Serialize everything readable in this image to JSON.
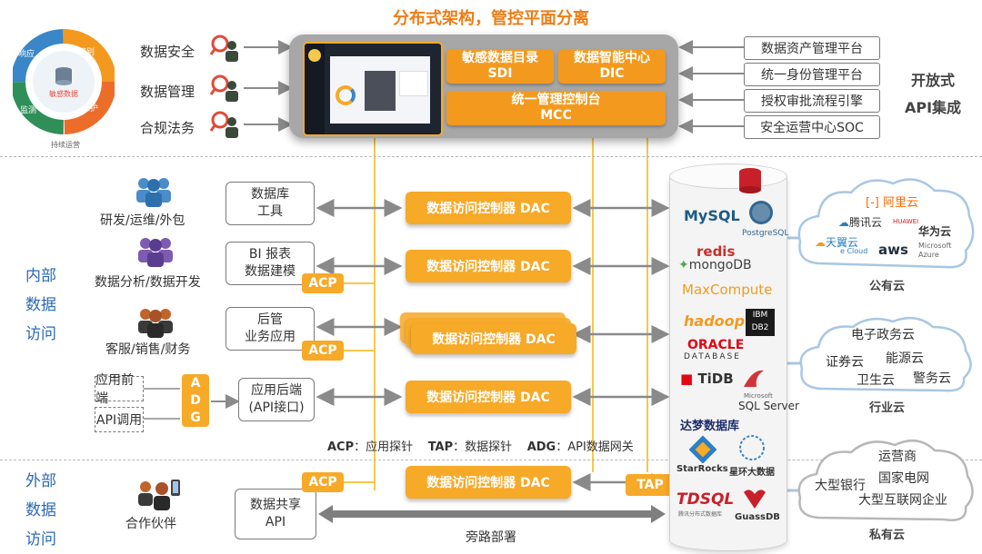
{
  "title": "分布式架构，管控平面分离",
  "cycle": {
    "center": "敏感数据",
    "segments": [
      "识别",
      "保护",
      "监测",
      "响应"
    ],
    "bottom": "持续运营"
  },
  "governance": [
    "数据安全",
    "数据管理",
    "合规法务"
  ],
  "platform": {
    "sdi": {
      "line1": "敏感数据目录",
      "line2": "SDI"
    },
    "dic": {
      "line1": "数据智能中心",
      "line2": "DIC"
    },
    "mcc": {
      "line1": "统一管理控制台",
      "line2": "MCC"
    }
  },
  "integrations": [
    "数据资产管理平台",
    "统一身份管理平台",
    "授权审批流程引擎",
    "安全运营中心SOC"
  ],
  "open_api": {
    "line1": "开放式",
    "line2": "API集成"
  },
  "internal_access": {
    "line1": "内部",
    "line2": "数据",
    "line3": "访问"
  },
  "external_access": {
    "line1": "外部",
    "line2": "数据",
    "line3": "访问"
  },
  "users": {
    "rd": "研发/运维/外包",
    "analysts": "数据分析/数据开发",
    "service": "客服/销售/财务",
    "partner": "合作伙伴"
  },
  "tools": {
    "db_tool": {
      "line1": "数据库",
      "line2": "工具"
    },
    "bi": {
      "line1": "BI 报表",
      "line2": "数据建模"
    },
    "backend": {
      "line1": "后管",
      "line2": "业务应用"
    },
    "api_backend": {
      "line1": "应用后端",
      "line2": "(API接口)"
    },
    "share": {
      "line1": "数据共享",
      "line2": "API"
    },
    "frontend": "应用前端",
    "api_call": "API调用"
  },
  "dac_label": "数据访问控制器 DAC",
  "acp": "ACP",
  "tap": "TAP",
  "adg": [
    "A",
    "D",
    "G"
  ],
  "legend": {
    "acp_key": "ACP",
    "acp_val": "：应用探针",
    "tap_key": "TAP",
    "tap_val": "：数据探针",
    "adg_key": "ADG",
    "adg_val": "：API数据网关"
  },
  "bypass": "旁路部署",
  "databases": {
    "mysql": "MySQL",
    "postgres": "PostgreSQL",
    "redis": "redis",
    "mongodb": "mongoDB",
    "maxcompute": "MaxCompute",
    "hadoop": "hadoop",
    "ibm": "IBM",
    "db2": "DB2",
    "oracle": "ORACLE",
    "oracle_sub": "DATABASE",
    "tidb": "TiDB",
    "microsoft": "Microsoft",
    "sqlserver": "SQL Server",
    "dameng": "达梦数据库",
    "starrocks": "StarRocks",
    "transwarp": "星环大数据",
    "tdsql": "TDSQL",
    "tdsql_sub": "腾讯分布式数据库",
    "gaussdb": "GuassDB"
  },
  "public_cloud": {
    "aliyun": "阿里云",
    "tencent": "腾讯云",
    "huawei_brand": "HUAWEI",
    "huawei": "华为云",
    "tianyi": "天翼云",
    "tianyi_sub": "e Cloud",
    "aws": "aws",
    "microsoft": "Microsoft",
    "azure": "Azure",
    "label": "公有云"
  },
  "industry_cloud": {
    "items": [
      "电子政务云",
      "证券云",
      "能源云",
      "卫生云",
      "警务云"
    ],
    "label": "行业云"
  },
  "private_cloud": {
    "items": [
      "运营商",
      "大型银行",
      "国家电网",
      "大型互联网企业"
    ],
    "label": "私有云"
  },
  "colors": {
    "orange": "#f39a1e",
    "yellow": "#f7a928",
    "blue": "#2a6ab6",
    "cloud_border": "#a8c7e3"
  }
}
